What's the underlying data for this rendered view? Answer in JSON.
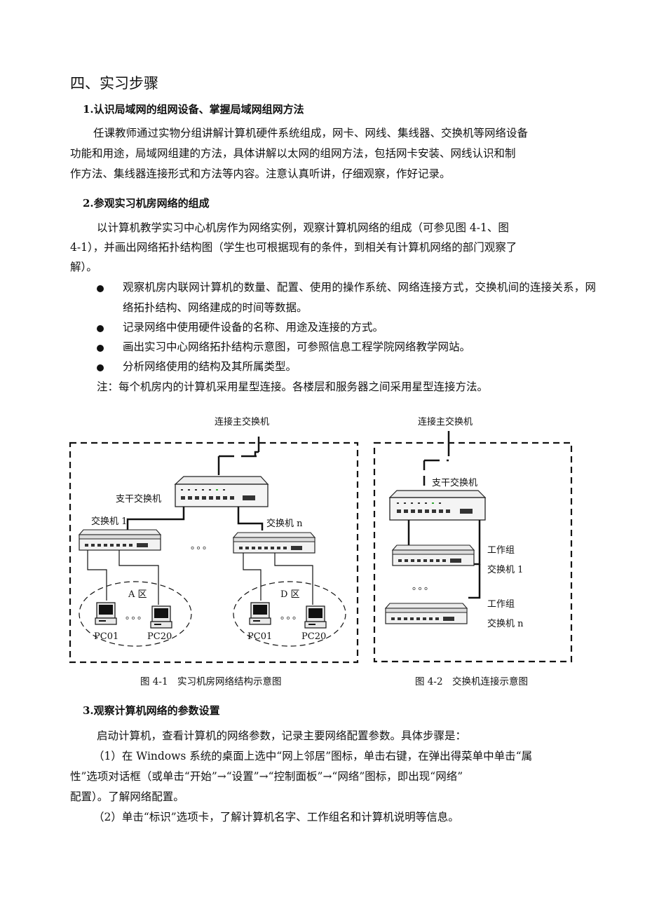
{
  "section_title": "四、实习步骤",
  "s1": {
    "heading": "1.认识局域网的组网设备、掌握局域网组网方法",
    "lines": [
      "任课教师通过实物分组讲解计算机硬件系统组成，网卡、网线、集线器、交换机等网络设备",
      "功能和用途，局域网组建的方法，具体讲解以太网的组网方法，包括网卡安装、网线认识和制",
      "作方法、集线器连接形式和方法等内容。注意认真听讲，仔细观察，作好记录。"
    ]
  },
  "s2": {
    "heading": "2.参观实习机房网络的组成",
    "lines": [
      "以计算机教学实习中心机房作为网络实例，观察计算机网络的组成（可参见图 4-1、图",
      "4-1），并画出网络拓扑结构图（学生也可根据现有的条件，到相关有计算机网络的部门观察了",
      "解）。"
    ],
    "bullets": [
      "观察机房内联网计算机的数量、配置、使用的操作系统、网络连接方式，交换机间的连接关系，网络拓扑结构、网络建成的时间等数据。",
      "记录网络中使用硬件设备的名称、用途及连接的方式。",
      "画出实习中心网络拓扑结构示意图，可参照信息工程学院网络教学网站。",
      "分析网络使用的结构及其所属类型。"
    ],
    "note": "注：每个机房内的计算机采用星型连接。各楼层和服务器之间采用星型连接方法。"
  },
  "fig1": {
    "top_label": "连接主交换机",
    "backbone_label": "支干交换机",
    "switch1_label": "交换机 1",
    "switchn_label": "交换机 n",
    "ellipsis": "。。。",
    "zone_a": "A 区",
    "zone_d": "D 区",
    "pc01": "PC01",
    "pc20": "PC20",
    "caption": "图 4-1　实习机房网络结构示意图"
  },
  "fig2": {
    "top_label": "连接主交换机",
    "backbone_label": "支干交换机",
    "wg1_line1": "工作组",
    "wg1_line2": "交换机 1",
    "wgn_line1": "工作组",
    "wgn_line2": "交换机 n",
    "ellipsis": "。。。",
    "caption": "图 4-2　交换机连接示意图"
  },
  "s3": {
    "heading": "3.观察计算机网络的参数设置",
    "lines": [
      "启动计算机，查看计算机的网络参数，记录主要网络配置参数。具体步骤是：",
      "（1）在 Windows 系统的桌面上选中“网上邻居”图标，单击右键，在弹出得菜单中单击“属",
      "性”选项对话框（或单击“开始”→“设置”→“控制面板”→“网络”图标，即出现“网络”",
      "配置）。了解网络配置。",
      "（2）单击“标识”选项卡，了解计算机名字、工作组名和计算机说明等信息。"
    ]
  }
}
